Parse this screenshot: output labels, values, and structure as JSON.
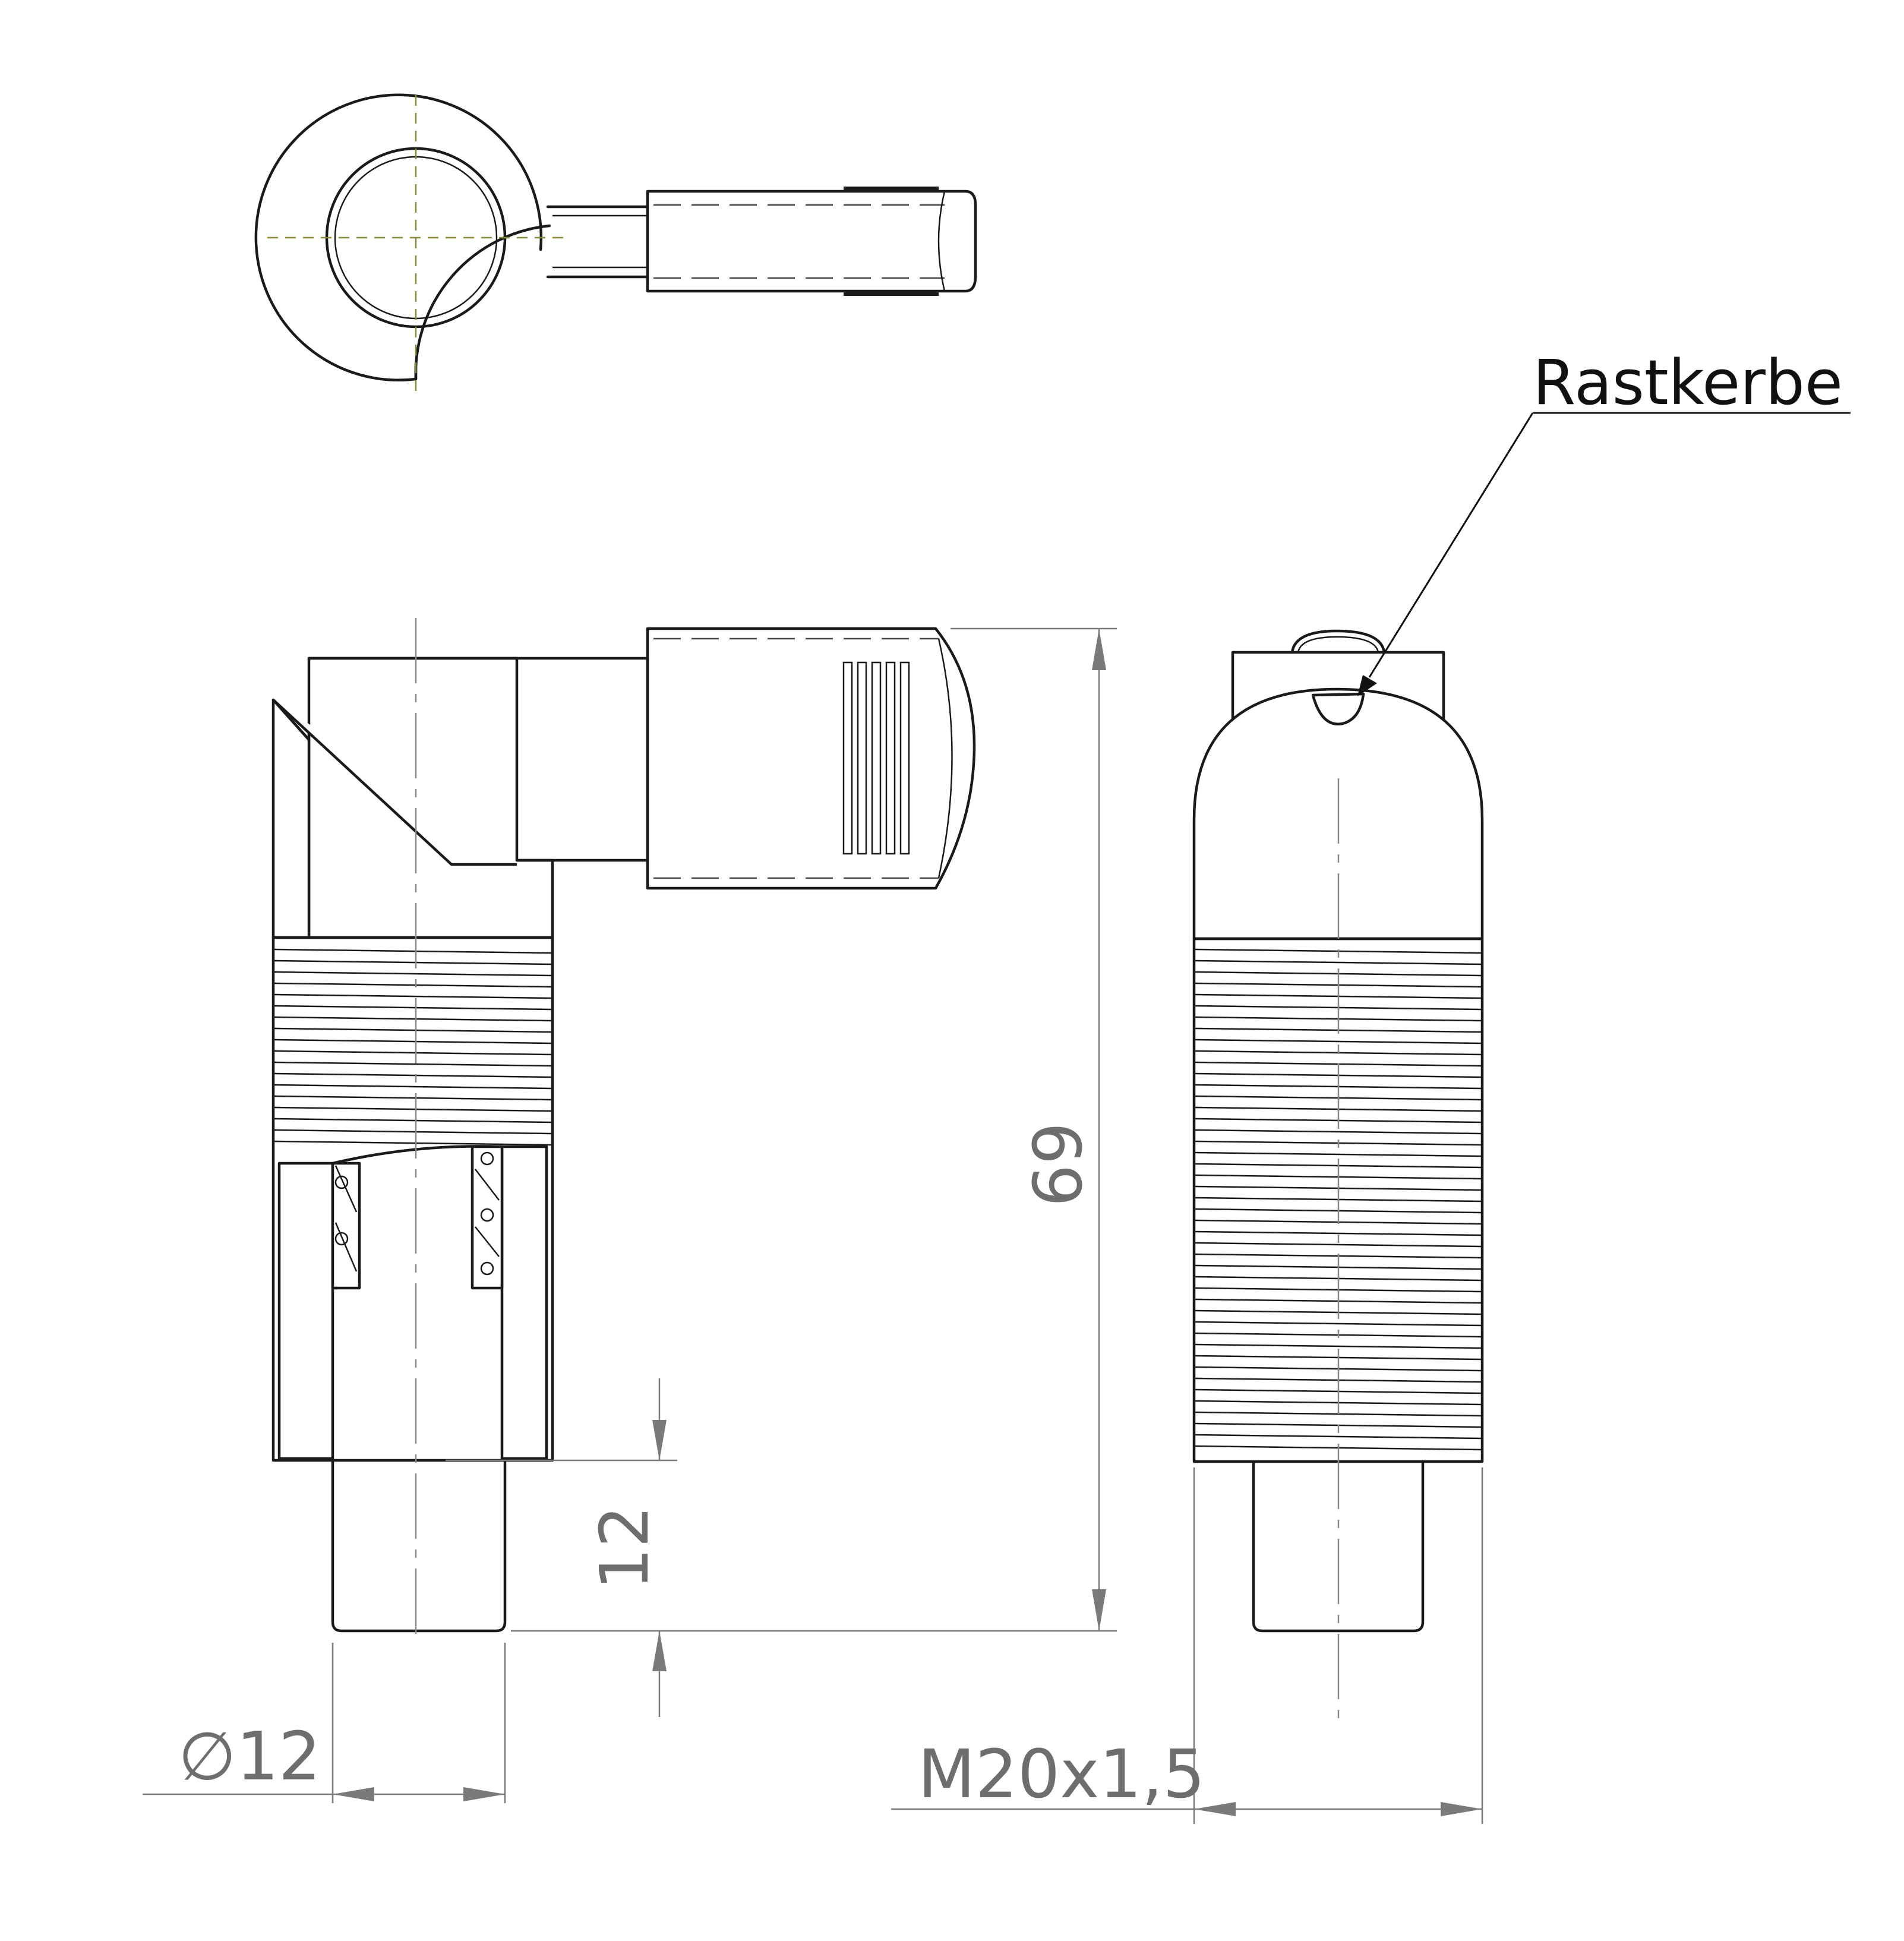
{
  "labels": {
    "callout": "Rastkerbe",
    "dim_length": "69",
    "dim_pin_protrusion": "12",
    "dim_pin_diameter": "∅12",
    "dim_thread": "M20x1,5"
  }
}
